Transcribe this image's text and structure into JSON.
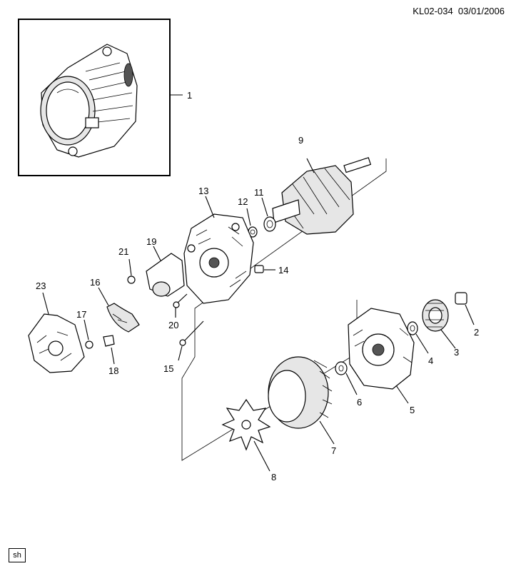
{
  "header": {
    "code": "KL02-034",
    "date": "03/01/2006"
  },
  "badge": {
    "label": "sh"
  },
  "callouts": {
    "c1": "1",
    "c2": "2",
    "c3": "3",
    "c4": "4",
    "c5": "5",
    "c6": "6",
    "c7": "7",
    "c8": "8",
    "c9": "9",
    "c11": "11",
    "c12": "12",
    "c13": "13",
    "c14": "14",
    "c15": "15",
    "c16": "16",
    "c17": "17",
    "c18": "18",
    "c19": "19",
    "c20": "20",
    "c21": "21",
    "c23": "23"
  }
}
